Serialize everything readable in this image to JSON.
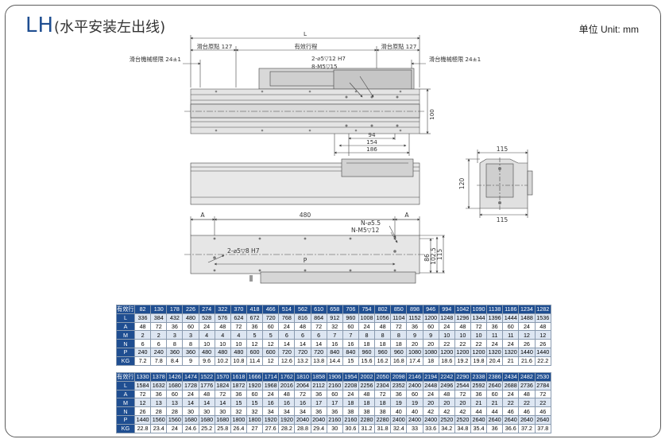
{
  "title": {
    "code": "LH",
    "text": "(水平安装左出线)"
  },
  "unit": "单位 Unit: mm",
  "drawing": {
    "top_view": {
      "L": "L",
      "left_travel": "滑台原點 127",
      "stroke": "有效行程",
      "right_travel": "滑台原點 127",
      "left_limit": "滑台機械極限 24±1",
      "right_limit": "滑台機械極限 24±1",
      "hole1": "2-⌀5▽12  H7",
      "hole2": "8-M5▽15",
      "d94": "94",
      "d154": "154",
      "d186": "186",
      "d100": "100"
    },
    "end_view": {
      "w_top": "115",
      "w_bottom": "115",
      "h": "120"
    },
    "bottom_view": {
      "A_left": "A",
      "d480": "480",
      "A_right": "A",
      "n_hole": "N-⌀5.5",
      "n_thread": "N-M5▽12",
      "pin": "2-⌀5▽8  H7",
      "P": "P",
      "d86": "86",
      "d1025": "102.5",
      "d115": "115"
    }
  },
  "tables": [
    {
      "labels": [
        "有效行程",
        "L",
        "A",
        "M",
        "N",
        "P",
        "KG"
      ],
      "rows": [
        [
          "82",
          "130",
          "178",
          "226",
          "274",
          "322",
          "370",
          "418",
          "466",
          "514",
          "562",
          "610",
          "658",
          "706",
          "754",
          "802",
          "850",
          "898",
          "946",
          "994",
          "1042",
          "1090",
          "1138",
          "1186",
          "1234",
          "1282"
        ],
        [
          "336",
          "384",
          "432",
          "480",
          "528",
          "576",
          "624",
          "672",
          "720",
          "768",
          "816",
          "864",
          "912",
          "960",
          "1008",
          "1056",
          "1104",
          "1152",
          "1200",
          "1248",
          "1296",
          "1344",
          "1396",
          "1444",
          "1488",
          "1536"
        ],
        [
          "48",
          "72",
          "36",
          "60",
          "24",
          "48",
          "72",
          "36",
          "60",
          "24",
          "48",
          "72",
          "32",
          "60",
          "24",
          "48",
          "72",
          "36",
          "60",
          "24",
          "48",
          "72",
          "36",
          "60",
          "24",
          "48"
        ],
        [
          "2",
          "2",
          "3",
          "3",
          "4",
          "4",
          "4",
          "5",
          "5",
          "6",
          "6",
          "6",
          "7",
          "7",
          "8",
          "8",
          "8",
          "9",
          "9",
          "10",
          "10",
          "10",
          "11",
          "11",
          "12",
          "12"
        ],
        [
          "6",
          "6",
          "8",
          "8",
          "10",
          "10",
          "10",
          "12",
          "12",
          "14",
          "14",
          "14",
          "16",
          "16",
          "18",
          "18",
          "18",
          "20",
          "20",
          "22",
          "22",
          "22",
          "24",
          "24",
          "26",
          "26"
        ],
        [
          "240",
          "240",
          "360",
          "360",
          "480",
          "480",
          "480",
          "600",
          "600",
          "720",
          "720",
          "720",
          "840",
          "840",
          "960",
          "960",
          "960",
          "1080",
          "1080",
          "1200",
          "1200",
          "1200",
          "1320",
          "1320",
          "1440",
          "1440"
        ],
        [
          "7.2",
          "7.8",
          "8.4",
          "9",
          "9.6",
          "10.2",
          "10.8",
          "11.4",
          "12",
          "12.6",
          "13.2",
          "13.8",
          "14.4",
          "15",
          "15.6",
          "16.2",
          "16.8",
          "17.4",
          "18",
          "18.6",
          "19.2",
          "19.8",
          "20.4",
          "21",
          "21.6",
          "22.2"
        ]
      ]
    },
    {
      "labels": [
        "有效行程",
        "L",
        "A",
        "M",
        "N",
        "P",
        "KG"
      ],
      "rows": [
        [
          "1330",
          "1378",
          "1426",
          "1474",
          "1522",
          "1570",
          "1618",
          "1666",
          "1714",
          "1762",
          "1810",
          "1858",
          "1906",
          "1954",
          "2002",
          "2050",
          "2098",
          "2146",
          "2194",
          "2242",
          "2290",
          "2338",
          "2386",
          "2434",
          "2482",
          "2530"
        ],
        [
          "1584",
          "1632",
          "1680",
          "1728",
          "1776",
          "1824",
          "1872",
          "1920",
          "1968",
          "2016",
          "2064",
          "2112",
          "2160",
          "2208",
          "2256",
          "2304",
          "2352",
          "2400",
          "2448",
          "2496",
          "2544",
          "2592",
          "2640",
          "2688",
          "2736",
          "2784"
        ],
        [
          "72",
          "36",
          "60",
          "24",
          "48",
          "72",
          "36",
          "60",
          "24",
          "48",
          "72",
          "36",
          "60",
          "24",
          "48",
          "72",
          "36",
          "60",
          "24",
          "48",
          "72",
          "36",
          "60",
          "24",
          "48",
          "72"
        ],
        [
          "12",
          "13",
          "13",
          "14",
          "14",
          "14",
          "15",
          "15",
          "16",
          "16",
          "16",
          "17",
          "17",
          "18",
          "18",
          "18",
          "19",
          "19",
          "20",
          "20",
          "20",
          "21",
          "21",
          "22",
          "22",
          "22"
        ],
        [
          "26",
          "28",
          "28",
          "30",
          "30",
          "30",
          "32",
          "32",
          "34",
          "34",
          "34",
          "36",
          "36",
          "38",
          "38",
          "38",
          "40",
          "40",
          "42",
          "42",
          "42",
          "44",
          "44",
          "46",
          "46",
          "46"
        ],
        [
          "1440",
          "1560",
          "1560",
          "1680",
          "1680",
          "1680",
          "1800",
          "1800",
          "1920",
          "1920",
          "2040",
          "2040",
          "2160",
          "2160",
          "2280",
          "2280",
          "2400",
          "2400",
          "2400",
          "2520",
          "2520",
          "2640",
          "2640",
          "2640",
          "2640",
          "2640"
        ],
        [
          "22.8",
          "23.4",
          "24",
          "24.6",
          "25.2",
          "25.8",
          "26.4",
          "27",
          "27.6",
          "28.2",
          "28.8",
          "29.4",
          "30",
          "30.6",
          "31.2",
          "31.8",
          "32.4",
          "33",
          "33.6",
          "34.2",
          "34.8",
          "35.4",
          "36",
          "36.6",
          "37.2",
          "37.8"
        ]
      ]
    }
  ]
}
